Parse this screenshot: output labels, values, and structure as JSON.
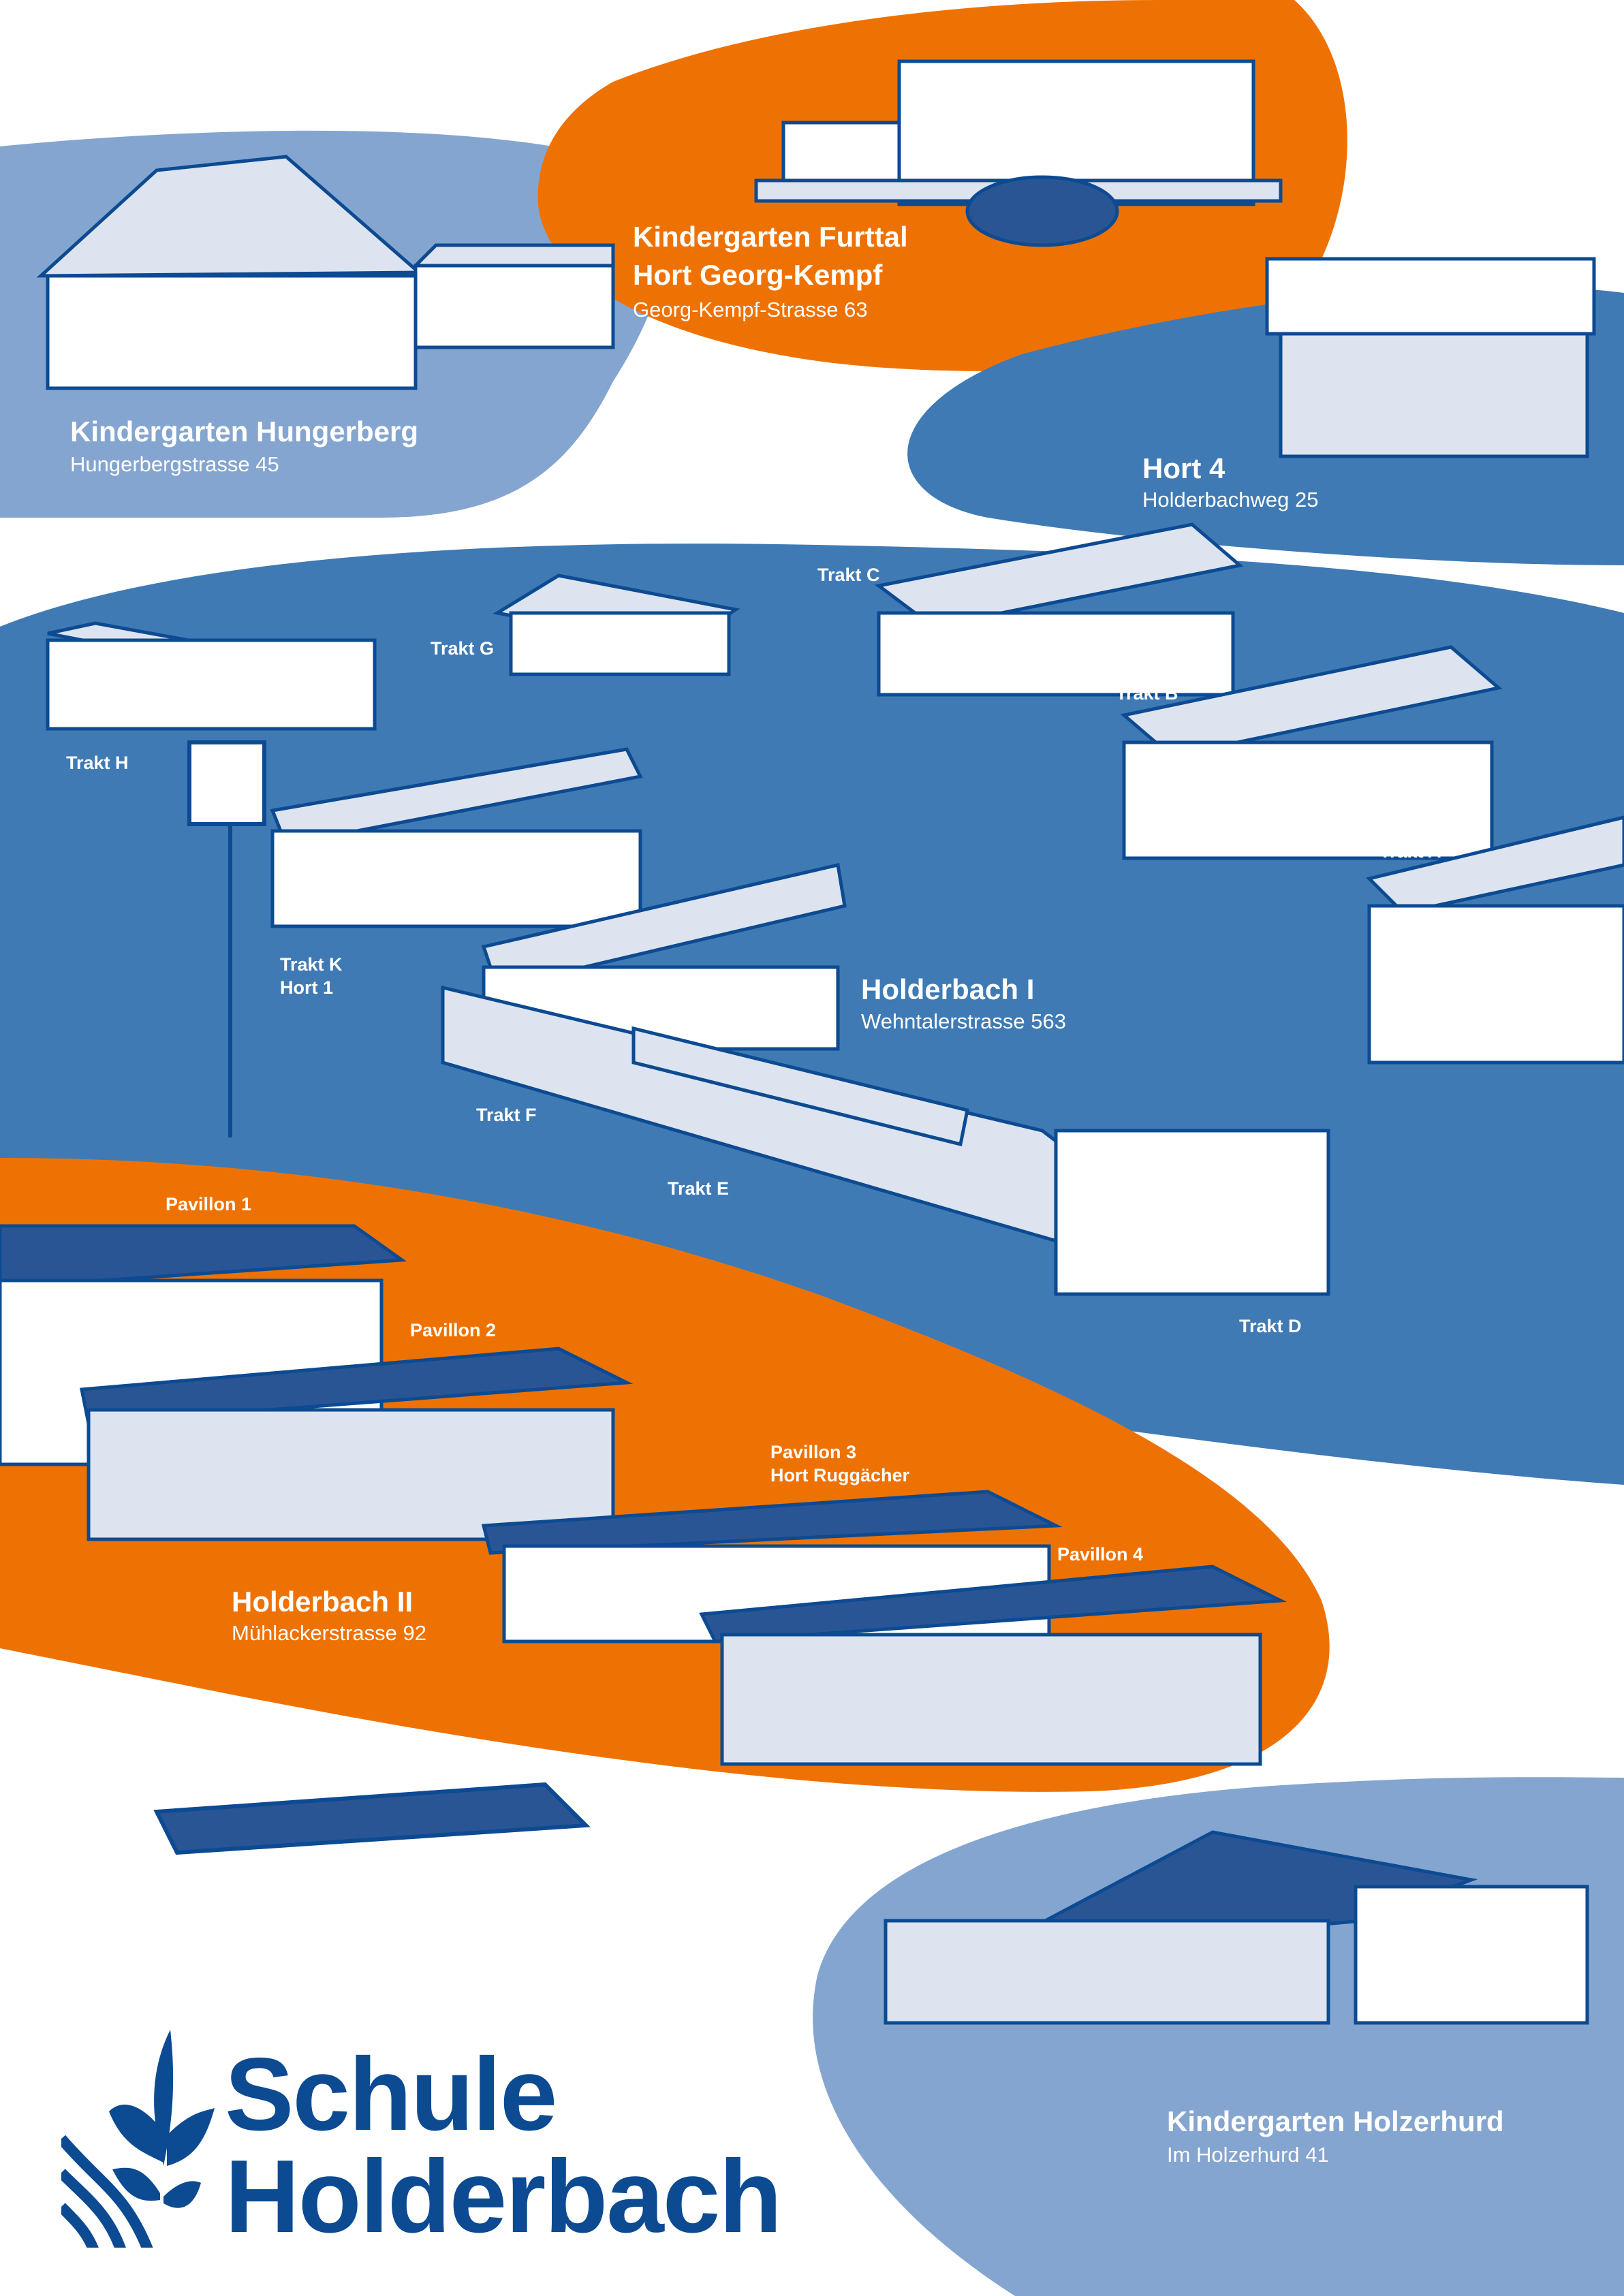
{
  "colors": {
    "orange": "#ee7203",
    "mid_blue": "#3f7ab4",
    "light_blue": "#84a5cf",
    "dark_blue": "#0c4a92",
    "building": "#dde4ef"
  },
  "locations": {
    "hungerberg": {
      "name": "Kindergarten Hungerberg",
      "address": "Hungerbergstrasse 45"
    },
    "furttal": {
      "name_line1": "Kindergarten Furttal",
      "name_line2": "Hort Georg-Kempf",
      "address": "Georg-Kempf-Strasse 63"
    },
    "hort4": {
      "name": "Hort 4",
      "address": "Holderbachweg 25"
    },
    "holderbach1": {
      "name": "Holderbach I",
      "address": "Wehntalerstrasse 563"
    },
    "holderbach2": {
      "name": "Holderbach II",
      "address": "Mühlackerstrasse 92"
    },
    "holzerhurd": {
      "name": "Kindergarten Holzerhurd",
      "address": "Im Holzerhurd 41"
    }
  },
  "buildings": {
    "trakt_a": "Trakt A",
    "trakt_b": "Trakt B",
    "trakt_c": "Trakt C",
    "trakt_d": "Trakt D",
    "trakt_e": "Trakt E",
    "trakt_f": "Trakt F",
    "trakt_g": "Trakt G",
    "trakt_h": "Trakt H",
    "trakt_k_line1": "Trakt K",
    "trakt_k_line2": "Hort 1",
    "pavillon_1": "Pavillon 1",
    "pavillon_2": "Pavillon 2",
    "pavillon_3_line1": "Pavillon 3",
    "pavillon_3_line2": "Hort Ruggächer",
    "pavillon_4": "Pavillon 4"
  },
  "logo": {
    "line1": "Schule",
    "line2": "Holderbach"
  }
}
